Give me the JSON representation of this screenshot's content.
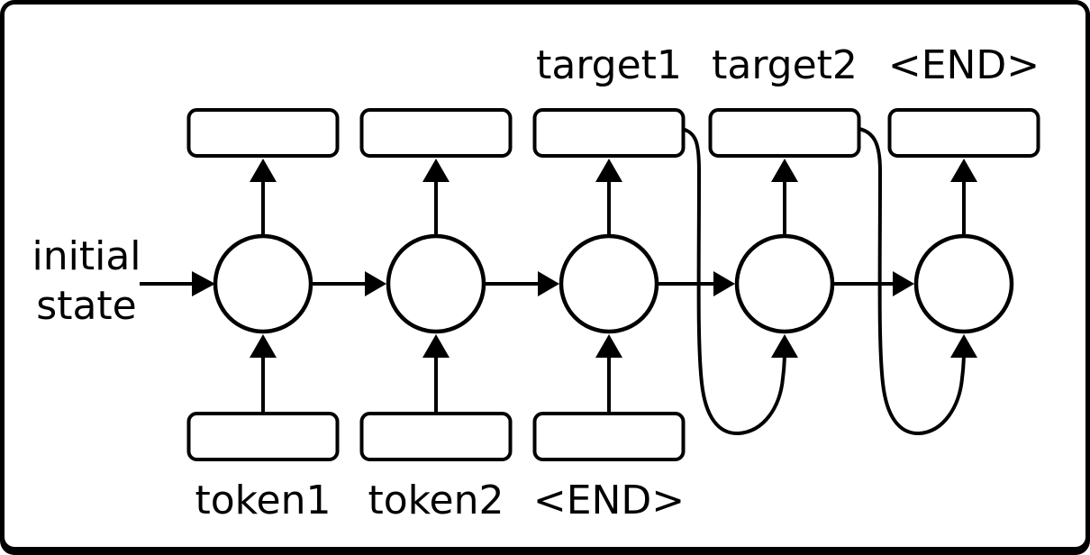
{
  "diagram": {
    "initial_state": {
      "line1": "initial",
      "line2": "state"
    },
    "input_labels": [
      "token1",
      "token2",
      "<END>"
    ],
    "output_labels": [
      "target1",
      "target2",
      "<END>"
    ],
    "colors": {
      "stroke": "#000000",
      "background": "#ffffff",
      "fill": "#ffffff"
    }
  }
}
